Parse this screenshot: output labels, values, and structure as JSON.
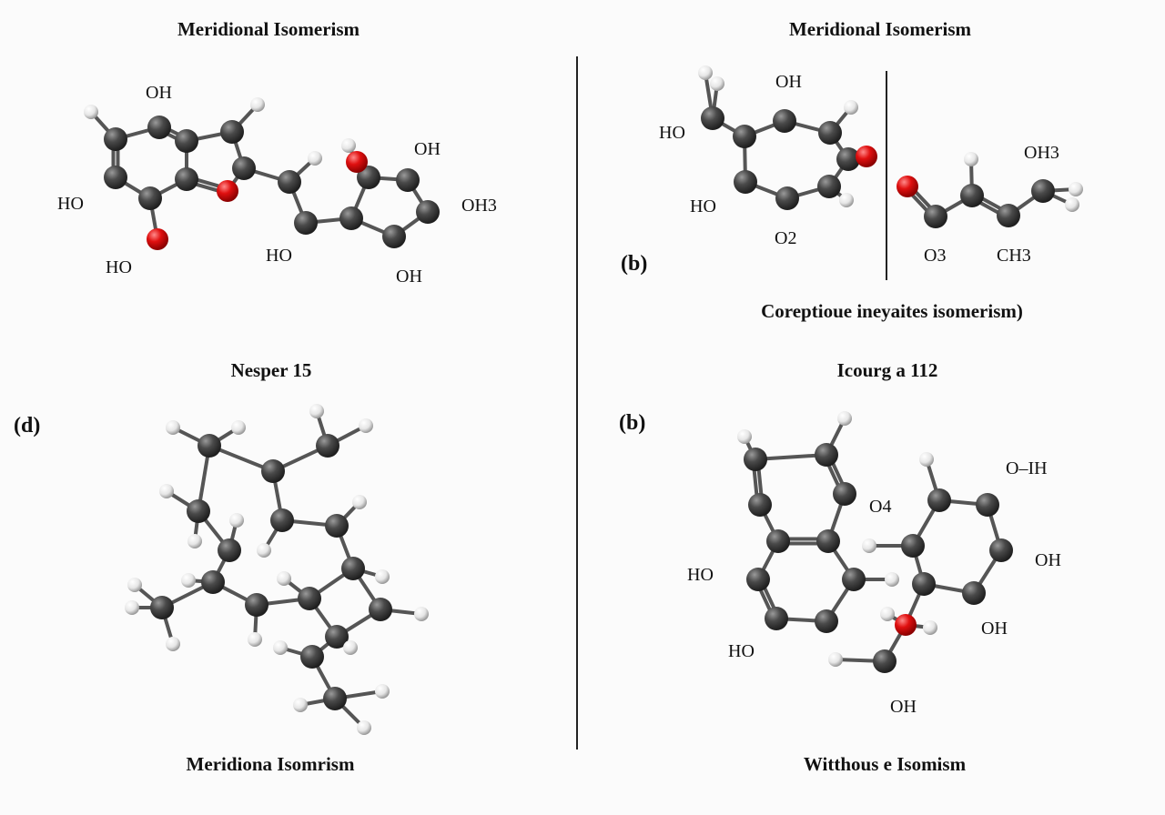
{
  "figure": {
    "top_left": {
      "title": "Meridional Isomerism",
      "atom_labels": [
        "OH",
        "HO",
        "HO",
        "OH",
        "HO",
        "OH3",
        "OH"
      ]
    },
    "top_right": {
      "title": "Meridional Isomerism",
      "panel_label": "(b)",
      "caption": "Coreptioue ineyaites isomerism)",
      "atom_labels_left": [
        "OH",
        "HO",
        "HO",
        "O2"
      ],
      "atom_labels_right": [
        "OH3",
        "O3",
        "CH3"
      ]
    },
    "bottom_left": {
      "title": "Nesper 15",
      "panel_label": "(d)",
      "caption": "Meridiona Isomrism"
    },
    "bottom_right": {
      "title": "Icourg a 112",
      "panel_label": "(b)",
      "caption": "Witthous e Isomism",
      "atom_labels": [
        "O4",
        "O–IH",
        "OH",
        "HO",
        "OH",
        "HO",
        "OH"
      ]
    }
  },
  "colors": {
    "carbon": "#4a4a4a",
    "oxygen": "#e01010",
    "hydrogen": "#f2f2f2",
    "bond": "#555555"
  }
}
